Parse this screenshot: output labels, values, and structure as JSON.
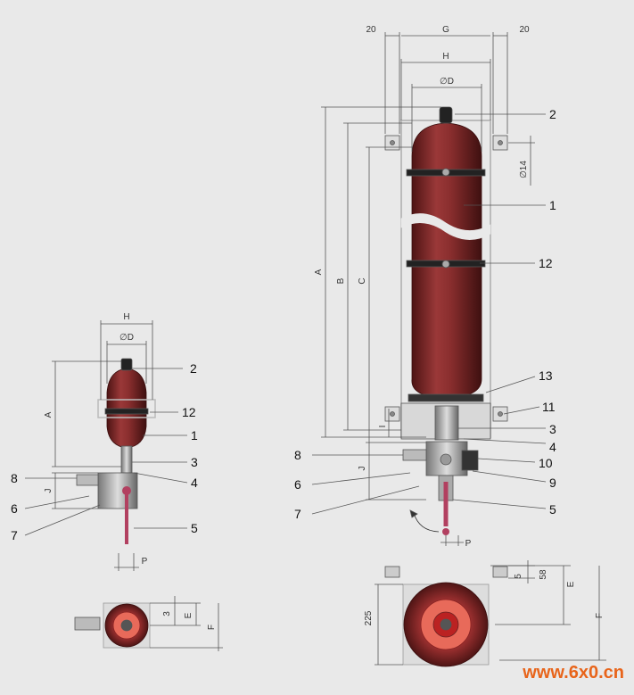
{
  "dims": {
    "g": "G",
    "h": "H",
    "d": "∅D",
    "w20": "20",
    "a": "A",
    "b": "B",
    "c": "C",
    "i": "I",
    "j": "J",
    "p": "P",
    "e": "E",
    "f": "F",
    "d14": "∅14",
    "n5": "5",
    "n58": "58",
    "n225": "225",
    "n3": "3"
  },
  "callouts": {
    "c1": "1",
    "c2": "2",
    "c3": "3",
    "c4": "4",
    "c5": "5",
    "c6": "6",
    "c7": "7",
    "c8": "8",
    "c9": "9",
    "c10": "10",
    "c11": "11",
    "c12": "12",
    "c13": "13"
  },
  "watermark": "www.6x0.cn",
  "colors": {
    "vessel": "#8a2e2e",
    "vessel_dark": "#5a1818",
    "frame": "#c8c8c8",
    "handle": "#b24060",
    "line": "#555555"
  }
}
